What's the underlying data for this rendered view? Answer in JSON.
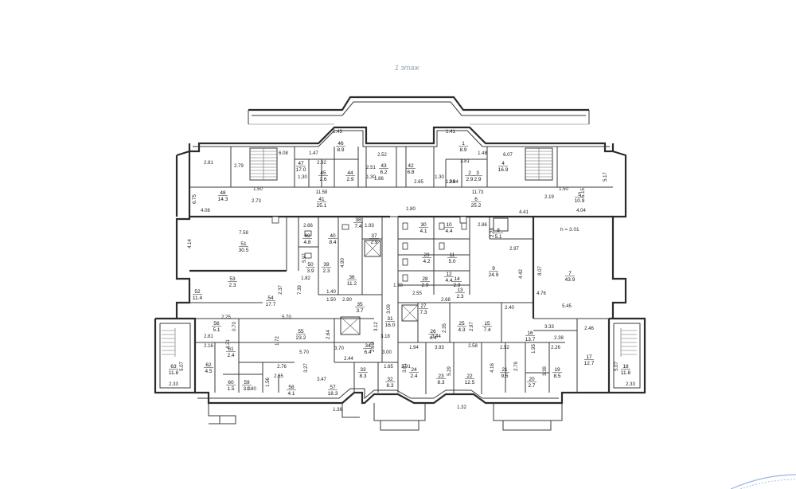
{
  "floor_title": "1 этаж",
  "ceiling_height": "h = 3.01",
  "rooms": [
    {
      "num": "1",
      "area": "8.9"
    },
    {
      "num": "2",
      "area": "2.9"
    },
    {
      "num": "3",
      "area": "2.9"
    },
    {
      "num": "4",
      "area": "16.9"
    },
    {
      "num": "5",
      "area": "10.9"
    },
    {
      "num": "6",
      "area": "25.2"
    },
    {
      "num": "7",
      "area": "43.9"
    },
    {
      "num": "8",
      "area": "5.1"
    },
    {
      "num": "9",
      "area": "24.9"
    },
    {
      "num": "10",
      "area": "4.4"
    },
    {
      "num": "11",
      "area": "5.0"
    },
    {
      "num": "12",
      "area": "4.4"
    },
    {
      "num": "13",
      "area": "2.3"
    },
    {
      "num": "14",
      "area": "2.9"
    },
    {
      "num": "15",
      "area": "7.4"
    },
    {
      "num": "16",
      "area": "13.7"
    },
    {
      "num": "17",
      "area": "12.7"
    },
    {
      "num": "18",
      "area": "11.8"
    },
    {
      "num": "19",
      "area": "8.5"
    },
    {
      "num": "20",
      "area": "2.7"
    },
    {
      "num": "21",
      "area": "9.5"
    },
    {
      "num": "22",
      "area": "12.5"
    },
    {
      "num": "23",
      "area": "8.3"
    },
    {
      "num": "24",
      "area": "2.4"
    },
    {
      "num": "25",
      "area": "4.3"
    },
    {
      "num": "26",
      "area": "4.4"
    },
    {
      "num": "27",
      "area": "7.3"
    },
    {
      "num": "28",
      "area": "2.9"
    },
    {
      "num": "29",
      "area": "4.2"
    },
    {
      "num": "30",
      "area": "4.1"
    },
    {
      "num": "31",
      "area": "16.0"
    },
    {
      "num": "32",
      "area": "8.3"
    },
    {
      "num": "33",
      "area": "8.3"
    },
    {
      "num": "34",
      "area": "6.4"
    },
    {
      "num": "35",
      "area": "3.7"
    },
    {
      "num": "36",
      "area": "11.2"
    },
    {
      "num": "37",
      "area": "2.9"
    },
    {
      "num": "38",
      "area": "7.4"
    },
    {
      "num": "39",
      "area": "2.3"
    },
    {
      "num": "40",
      "area": "8.4"
    },
    {
      "num": "41",
      "area": "25.1"
    },
    {
      "num": "42",
      "area": "6.8"
    },
    {
      "num": "43",
      "area": "6.2"
    },
    {
      "num": "44",
      "area": "2.9"
    },
    {
      "num": "45",
      "area": "2.6"
    },
    {
      "num": "46",
      "area": "8.9"
    },
    {
      "num": "47",
      "area": "17.0"
    },
    {
      "num": "48",
      "area": "14.3"
    },
    {
      "num": "49",
      "area": "4.8"
    },
    {
      "num": "50",
      "area": "3.9"
    },
    {
      "num": "51",
      "area": "30.5"
    },
    {
      "num": "52",
      "area": "11.4"
    },
    {
      "num": "53",
      "area": "2.3"
    },
    {
      "num": "54",
      "area": "17.7"
    },
    {
      "num": "55",
      "area": "23.2"
    },
    {
      "num": "56",
      "area": "5.1"
    },
    {
      "num": "57",
      "area": "18.3"
    },
    {
      "num": "58",
      "area": "4.1"
    },
    {
      "num": "59",
      "area": "3.0"
    },
    {
      "num": "60",
      "area": "1.5"
    },
    {
      "num": "61",
      "area": "2.4"
    },
    {
      "num": "62",
      "area": "4.5"
    },
    {
      "num": "63",
      "area": "11.8"
    }
  ],
  "dimensions": [
    "6.08",
    "1.47",
    "2.92",
    "1.43",
    "2.52",
    "1.41",
    "3.81",
    "1.48",
    "6.07",
    "2.81",
    "2.79",
    "1.30",
    "11.58",
    "2.51",
    "1.30",
    "1.86",
    "2.65",
    "1.30",
    "1.86",
    "11.73",
    "1.50",
    "2.19",
    "4.08",
    "1.50",
    "2.73",
    "4.04",
    "1.80",
    "4.41",
    "7.58",
    "2.66",
    "1.93",
    "2.86",
    "5.97",
    "4.90",
    "2.97",
    "2.28",
    "4.42",
    "8.07",
    "4.76",
    "2.40",
    "2.81",
    "2.25",
    "5.70",
    "3.33",
    "2.46",
    "2.55",
    "2.68",
    "1.40",
    "2.90",
    "1.50",
    "2.16",
    "4.21",
    "5.70",
    "2.64",
    "3.70",
    "2.44",
    "1.94",
    "3.93",
    "2.58",
    "2.52",
    "2.38",
    "2.26",
    "2.76",
    "2.65",
    "3.47",
    "3.27",
    "1.65",
    "3.81",
    "5.29",
    "4.16",
    "2.79",
    "3.39",
    "1.80",
    "1.56",
    "1.36",
    "1.32",
    "2.33",
    "2.33",
    "5.07",
    "5.07",
    "1.72",
    "2.37",
    "3.44",
    "3.00",
    "3.91",
    "2.94",
    "4.14",
    "5.15",
    "5.17",
    "6.75",
    "3.09",
    "2.69",
    "1.95",
    "2.35",
    "2.97",
    "7.39",
    "5.45",
    "1.82",
    "0.70",
    "3.12",
    "1.98",
    "3.18"
  ]
}
